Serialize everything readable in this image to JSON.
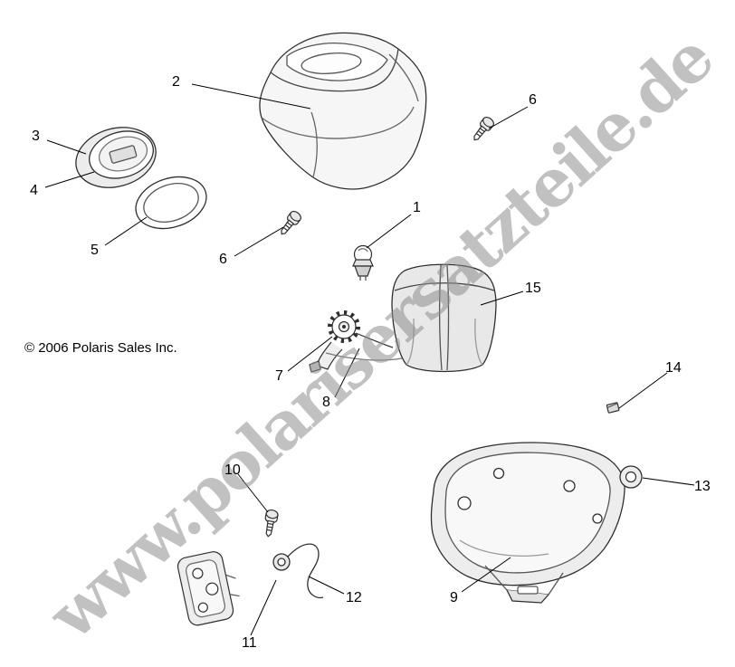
{
  "page": {
    "background": "#ffffff"
  },
  "watermark": {
    "text": "www.polarisersatzteile.de",
    "color": "#8f8f8f"
  },
  "copyright": {
    "text": "© 2006 Polaris Sales Inc."
  },
  "diagram": {
    "description": "Exploded parts diagram of a headlight pod assembly with numbered callouts",
    "callouts": [
      {
        "label": "2"
      },
      {
        "label": "6"
      },
      {
        "label": "3"
      },
      {
        "label": "4"
      },
      {
        "label": "5"
      },
      {
        "label": "6"
      },
      {
        "label": "1"
      },
      {
        "label": "15"
      },
      {
        "label": "7"
      },
      {
        "label": "8"
      },
      {
        "label": "14"
      },
      {
        "label": "13"
      },
      {
        "label": "10"
      },
      {
        "label": "9"
      },
      {
        "label": "12"
      },
      {
        "label": "11"
      }
    ]
  }
}
